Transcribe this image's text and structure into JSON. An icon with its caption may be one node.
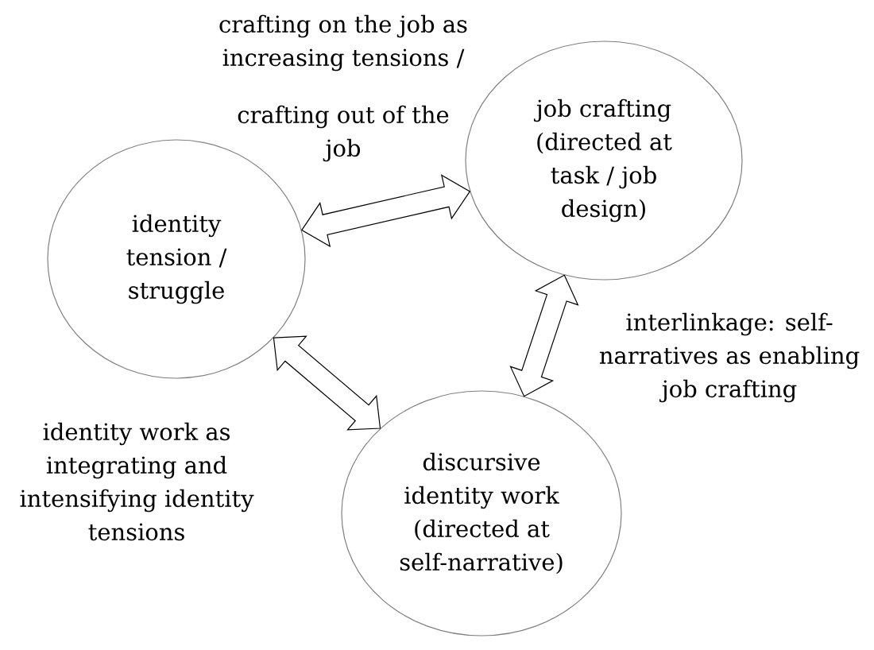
{
  "diagram": {
    "nodes": [
      {
        "text": [
          "identity tension / struggle"
        ]
      },
      {
        "text": [
          "job crafting (directed at task / job design)"
        ]
      },
      {
        "text": [
          "discursive identity work (directed at self-narrative)"
        ]
      }
    ],
    "edges": [
      {
        "from": 0,
        "to": 1,
        "arrow": "both"
      },
      {
        "from": 0,
        "to": 2,
        "arrow": "both"
      },
      {
        "from": 1,
        "to": 2,
        "arrow": "both"
      }
    ],
    "labels": [
      "crafting on the job as increasing tensions /",
      "crafting out of the job",
      "interlinkage: self-narratives as enabling job crafting",
      "identity work as integrating and intensifying identity tensions"
    ]
  }
}
